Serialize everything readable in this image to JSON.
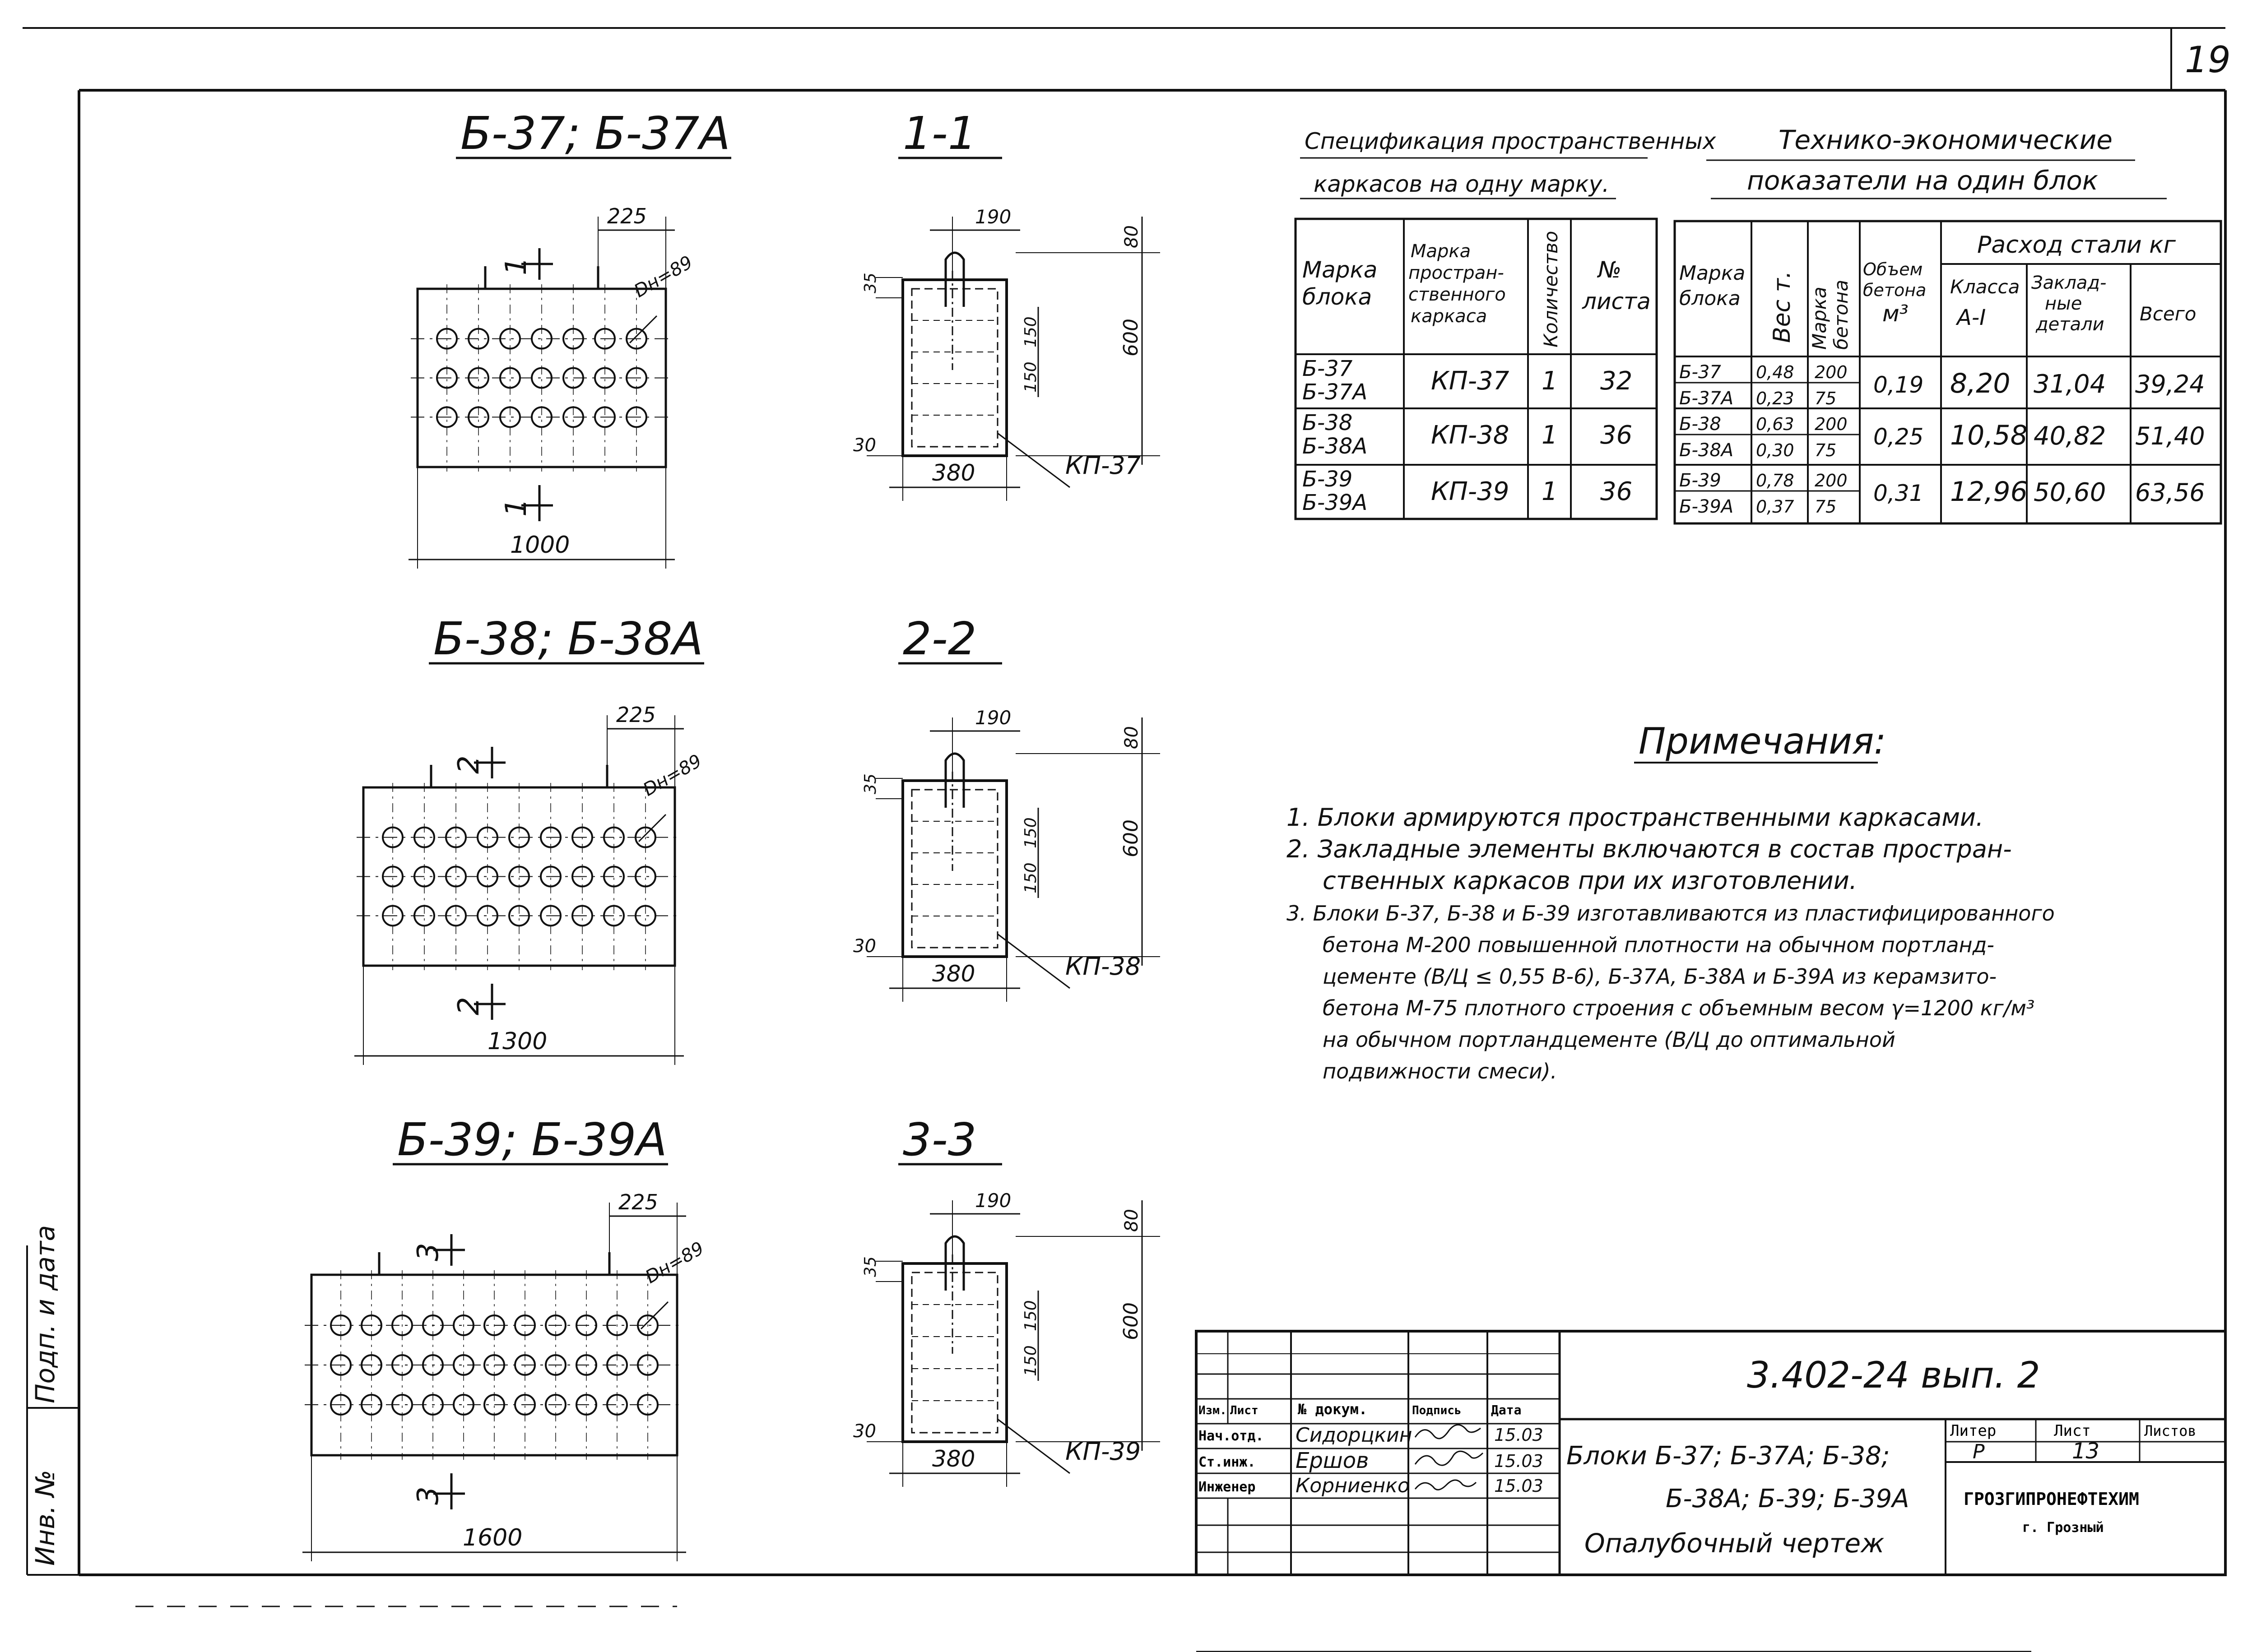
{
  "page_number": "19",
  "views": [
    {
      "title": "Б-37; Б-37А",
      "section_title": "1-1",
      "section_mark": "1",
      "cols": 7,
      "length": "1000",
      "offset": "225",
      "diameter": "Dн=89",
      "frame": "КП-37"
    },
    {
      "title": "Б-38; Б-38А",
      "section_title": "2-2",
      "section_mark": "2",
      "cols": 9,
      "length": "1300",
      "offset": "225",
      "diameter": "Dн=89",
      "frame": "КП-38"
    },
    {
      "title": "Б-39; Б-39А",
      "section_title": "3-3",
      "section_mark": "3",
      "cols": 11,
      "length": "1600",
      "offset": "225",
      "diameter": "Dн=89",
      "frame": "КП-39"
    }
  ],
  "section_dims": {
    "top_width": "190",
    "width": "380",
    "height": "600",
    "top": "80",
    "left_top": "35",
    "left_bottom": "30",
    "pitch": "150"
  },
  "spec_table": {
    "title_line1": "Спецификация пространственных",
    "title_line2": "каркасов на одну марку.",
    "headers": [
      "Марка блока",
      "Марка простран-ственного каркаса",
      "Количество",
      "№ листа"
    ],
    "rows": [
      {
        "block": "Б-37 Б-37А",
        "frame": "КП-37",
        "qty": "1",
        "sheet": "32"
      },
      {
        "block": "Б-38 Б-38А",
        "frame": "КП-38",
        "qty": "1",
        "sheet": "36"
      },
      {
        "block": "Б-39 Б-39А",
        "frame": "КП-39",
        "qty": "1",
        "sheet": "36"
      }
    ]
  },
  "tech_table": {
    "title_line1": "Технико-экономические",
    "title_line2": "показатели на один блок",
    "headers": {
      "block": "Марка блока",
      "weight": "Вес т.",
      "concrete_grade": "Марка бетона",
      "volume": "Объем бетона м³",
      "steel_group": "Расход стали кг",
      "class": "Класса А-I",
      "embedded": "Заклад-ные детали",
      "total": "Всего"
    },
    "groups": [
      {
        "blocks": [
          "Б-37",
          "Б-37А"
        ],
        "weights": [
          "0,48",
          "0,23"
        ],
        "grades": [
          "200",
          "75"
        ],
        "volume": "0,19",
        "class_a1": "8,20",
        "embedded": "31,04",
        "total": "39,24"
      },
      {
        "blocks": [
          "Б-38",
          "Б-38А"
        ],
        "weights": [
          "0,63",
          "0,30"
        ],
        "grades": [
          "200",
          "75"
        ],
        "volume": "0,25",
        "class_a1": "10,58",
        "embedded": "40,82",
        "total": "51,40"
      },
      {
        "blocks": [
          "Б-39",
          "Б-39А"
        ],
        "weights": [
          "0,78",
          "0,37"
        ],
        "grades": [
          "200",
          "75"
        ],
        "volume": "0,31",
        "class_a1": "12,96",
        "embedded": "50,60",
        "total": "63,56"
      }
    ]
  },
  "notes": {
    "title": "Примечания:",
    "lines": [
      "1. Блоки армируются пространственными каркасами.",
      "2. Закладные элементы включаются в состав простран-",
      "ственных каркасов при их изготовлении.",
      "3. Блоки Б-37, Б-38 и Б-39 изготавливаются из пластифицированного",
      "бетона М-200 повышенной плотности на обычном портланд-",
      "цементе (В/Ц ≤ 0,55 В-6), Б-37А, Б-38А и Б-39А из керамзито-",
      "бетона М-75 плотного строения с объемным весом γ=1200 кг/м³",
      "на обычном портландцементе (В/Ц до оптимальной",
      "подвижности смеси)."
    ]
  },
  "title_block": {
    "code": "3.402-24 вып. 2",
    "headers": [
      "Изм.",
      "Лист",
      "№ докум.",
      "Подпись",
      "Дата"
    ],
    "people": [
      {
        "role": "Нач.отд.",
        "name": "Сидорцкин",
        "date": "15.03"
      },
      {
        "role": "Ст.инж.",
        "name": "Ершов",
        "date": "15.03"
      },
      {
        "role": "Инженер",
        "name": "Корниенко",
        "date": "15.03"
      }
    ],
    "title_lines": [
      "Блоки Б-37; Б-37А; Б-38;",
      "Б-38А; Б-39; Б-39А",
      "Опалубочный чертеж"
    ],
    "stage_label": "Литер",
    "sheet_label": "Лист",
    "sheets_label": "Листов",
    "stage": "Р",
    "sheet": "13",
    "org": "ГРОЗГИПРОНЕФТЕХИМ",
    "city": "г. Грозный"
  },
  "side_stamp": [
    "Подп. и дата",
    "Инв. №"
  ]
}
